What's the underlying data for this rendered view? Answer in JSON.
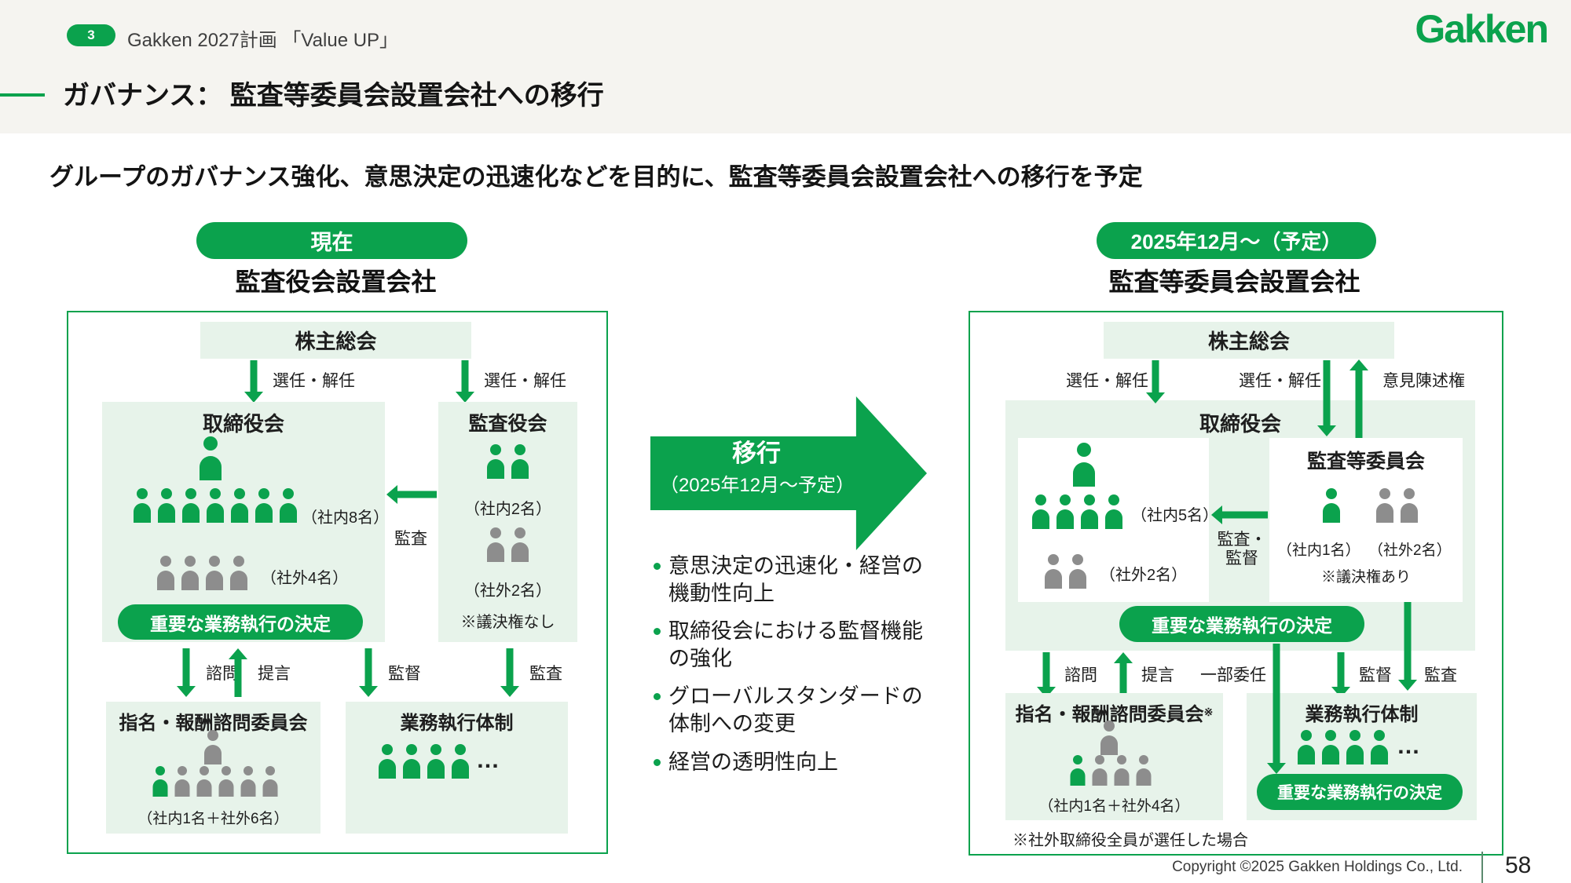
{
  "colors": {
    "green": "#0ba24d",
    "light_green": "#e7f3ea",
    "person_gray": "#8d8d8d"
  },
  "header": {
    "badge": "3",
    "program": "Gakken 2027計画 「Value UP」",
    "logo": "Gakken",
    "title": "ガバナンス： 監査等委員会設置会社への移行"
  },
  "lead": "グループのガバナンス強化、意思決定の迅速化などを目的に、監査等委員会設置会社への移行を予定",
  "left": {
    "tag": "現在",
    "company_type": "監査役会設置会社",
    "shareholders": "株主総会",
    "appoint_left": "選任・解任",
    "appoint_right": "選任・解任",
    "board_title": "取締役会",
    "board_internal_label": "（社内8名）",
    "board_external_label": "（社外4名）",
    "board_decision": "重要な業務執行の決定",
    "audit_board_title": "監査役会",
    "audit_internal_label": "（社内2名）",
    "audit_external_label": "（社外2名）",
    "audit_note": "※議決権なし",
    "audit_arrow": "監査",
    "advise": "諮問",
    "propose": "提言",
    "supervise": "監督",
    "audit2": "監査",
    "nomination_title": "指名・報酬諮問委員会",
    "nomination_caption": "（社内1名＋社外6名）",
    "execution_title": "業務執行体制",
    "ellipsis": "…",
    "people": {
      "board_chair": {
        "count": 1,
        "color": "green",
        "size": "lg"
      },
      "board_internal": {
        "count": 7,
        "color": "green",
        "size": "md"
      },
      "board_external": {
        "count": 4,
        "color": "gray",
        "size": "md"
      },
      "audit_internal": {
        "count": 2,
        "color": "green",
        "size": "md"
      },
      "audit_external": {
        "count": 2,
        "color": "gray",
        "size": "md"
      },
      "nom_chair": {
        "count": 1,
        "color": "gray",
        "size": "md"
      },
      "nom_row": {
        "mix": [
          "green",
          "gray",
          "gray",
          "gray",
          "gray",
          "gray"
        ],
        "size": "sm"
      },
      "exec_row": {
        "count": 4,
        "color": "green",
        "size": "md"
      }
    }
  },
  "transition": {
    "arrow_title": "移行",
    "arrow_sub": "（2025年12月～予定）",
    "bullets": [
      "意思決定の迅速化・経営の機動性向上",
      "取締役会における監督機能の強化",
      "グローバルスタンダードの体制への変更",
      "経営の透明性向上"
    ]
  },
  "right": {
    "tag": "2025年12月～（予定）",
    "company_type": "監査等委員会設置会社",
    "shareholders": "株主総会",
    "appoint_left": "選任・解任",
    "appoint_mid": "選任・解任",
    "opinion": "意見陳述権",
    "board_title": "取締役会",
    "board_internal_label": "（社内5名）",
    "board_external_label": "（社外2名）",
    "committee_title": "監査等委員会",
    "committee_internal_label": "（社内1名）",
    "committee_external_label": "（社外2名）",
    "committee_note": "※議決権あり",
    "audit_supervise": "監査・\n監督",
    "board_decision": "重要な業務執行の決定",
    "advise": "諮問",
    "propose": "提言",
    "partial_delegation": "一部委任",
    "supervise": "監督",
    "audit": "監査",
    "nomination_title": "指名・報酬諮問委員会",
    "nomination_sup": "※",
    "nomination_caption": "（社内1名＋社外4名）",
    "execution_title": "業務執行体制",
    "ellipsis": "…",
    "execution_decision": "重要な業務執行の決定",
    "note": "※社外取締役全員が選任した場合",
    "people": {
      "board_chair": {
        "count": 1,
        "color": "green",
        "size": "lg"
      },
      "board_internal": {
        "count": 4,
        "color": "green",
        "size": "md"
      },
      "board_external": {
        "count": 2,
        "color": "gray",
        "size": "md"
      },
      "committee_internal": {
        "count": 1,
        "color": "green",
        "size": "md"
      },
      "committee_external": {
        "count": 2,
        "color": "gray",
        "size": "md"
      },
      "nom_chair": {
        "count": 1,
        "color": "gray",
        "size": "md"
      },
      "nom_row": {
        "mix": [
          "green",
          "gray",
          "gray",
          "gray"
        ],
        "size": "sm"
      },
      "exec_row": {
        "count": 4,
        "color": "green",
        "size": "md"
      }
    }
  },
  "footer": {
    "copyright": "Copyright ©2025 Gakken Holdings Co., Ltd.",
    "page": "58"
  }
}
